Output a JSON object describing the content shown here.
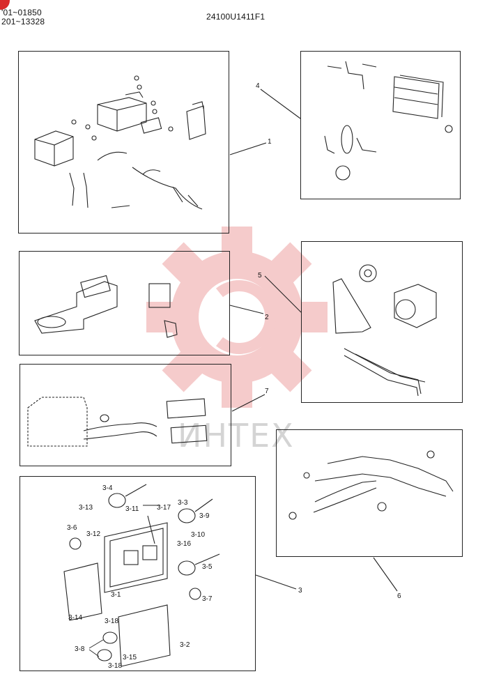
{
  "header": {
    "serial_lines": [
      "'01~01850",
      "201~13328"
    ],
    "drawing_code": "24100U1411F1"
  },
  "watermark": {
    "text": "ИНТЕХ",
    "color": "#f4c2c2"
  },
  "callouts": [
    "1",
    "2",
    "3",
    "4",
    "5",
    "6",
    "7"
  ],
  "part_labels": [
    "3-4",
    "3-13",
    "3-11",
    "3-17",
    "3-3",
    "3-9",
    "3-6",
    "3-12",
    "3-16",
    "3-10",
    "3-5",
    "3-1",
    "3-7",
    "3-14",
    "3-18",
    "3-2",
    "3-8",
    "3-15",
    "3-18"
  ],
  "colors": {
    "accent": "#d92a2a",
    "line": "#222222"
  }
}
